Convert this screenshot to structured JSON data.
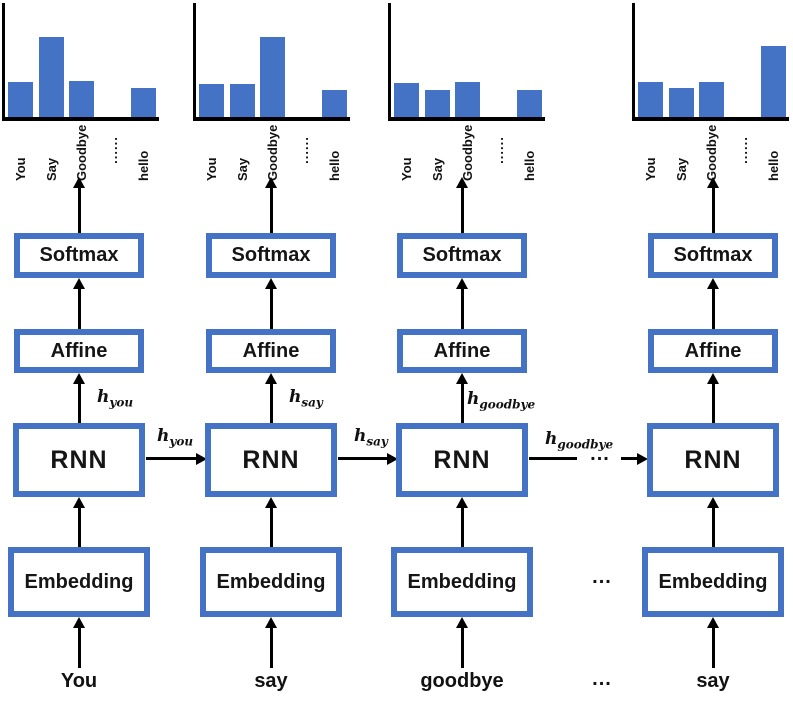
{
  "colors": {
    "accent_blue": "#4472C4",
    "line_black": "#000000",
    "text": "#111111"
  },
  "separators": {
    "hidden_row": "...",
    "embedding_row": "...",
    "input_row": "..."
  },
  "columns": [
    {
      "input_word": "You",
      "softmax_label": "Softmax",
      "affine_label": "Affine",
      "rnn_label": "RNN",
      "embedding_label": "Embedding",
      "hidden_out": {
        "base": "h",
        "sub": "you"
      },
      "hidden_pass": {
        "base": "h",
        "sub": "you"
      }
    },
    {
      "input_word": "say",
      "softmax_label": "Softmax",
      "affine_label": "Affine",
      "rnn_label": "RNN",
      "embedding_label": "Embedding",
      "hidden_out": {
        "base": "h",
        "sub": "say"
      },
      "hidden_pass": {
        "base": "h",
        "sub": "say"
      }
    },
    {
      "input_word": "goodbye",
      "softmax_label": "Softmax",
      "affine_label": "Affine",
      "rnn_label": "RNN",
      "embedding_label": "Embedding",
      "hidden_out": {
        "base": "h",
        "sub": "goodbye"
      },
      "hidden_pass": {
        "base": "h",
        "sub": "goodbye"
      }
    },
    {
      "input_word": "say",
      "softmax_label": "Softmax",
      "affine_label": "Affine",
      "rnn_label": "RNN",
      "embedding_label": "Embedding"
    }
  ],
  "chart_data": [
    {
      "type": "bar",
      "categories": [
        "You",
        "Say",
        "Goodbye",
        "......",
        "hello"
      ],
      "values": [
        0.31,
        0.7,
        0.32,
        null,
        0.25
      ],
      "ylim": [
        0,
        1
      ],
      "x_tick_rotation": 90,
      "bar_color": "#4472C4",
      "legend": "none",
      "grid": "off"
    },
    {
      "type": "bar",
      "categories": [
        "You",
        "Say",
        "Goodbye",
        "......",
        "hello"
      ],
      "values": [
        0.29,
        0.29,
        0.7,
        null,
        0.24
      ],
      "ylim": [
        0,
        1
      ],
      "x_tick_rotation": 90,
      "bar_color": "#4472C4",
      "legend": "none",
      "grid": "off"
    },
    {
      "type": "bar",
      "categories": [
        "You",
        "Say",
        "Goodbye",
        "......",
        "hello"
      ],
      "values": [
        0.3,
        0.24,
        0.31,
        null,
        0.24
      ],
      "ylim": [
        0,
        1
      ],
      "x_tick_rotation": 90,
      "bar_color": "#4472C4",
      "legend": "none",
      "grid": "off"
    },
    {
      "type": "bar",
      "categories": [
        "You",
        "Say",
        "Goodbye",
        "......",
        "hello"
      ],
      "values": [
        0.31,
        0.25,
        0.31,
        null,
        0.62
      ],
      "ylim": [
        0,
        1
      ],
      "x_tick_rotation": 90,
      "bar_color": "#4472C4",
      "legend": "none",
      "grid": "off"
    }
  ]
}
